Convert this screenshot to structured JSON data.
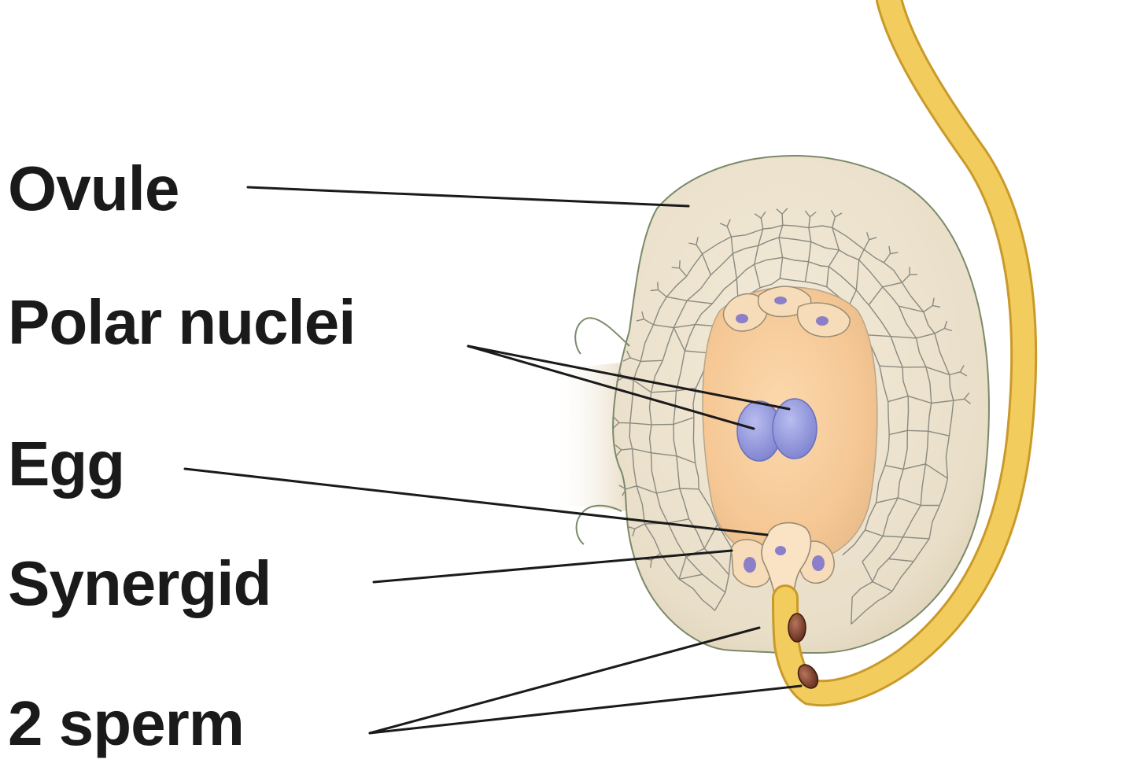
{
  "labels": {
    "ovule": "Ovule",
    "polar_nuclei": "Polar nuclei",
    "egg": "Egg",
    "synergid": "Synergid",
    "sperm": "2 sperm"
  },
  "colors": {
    "ovule_fill": "#eae0cc",
    "ovule_outline": "#7a8a6a",
    "cell_lines": "#8a8a80",
    "embryo_sac": "#f6c99a",
    "polar_nuclei": "#8a8fd6",
    "nucleus": "#8a7fc8",
    "pollen_tube": "#f2cd5e",
    "pollen_tube_edge": "#c99a2a",
    "sperm_fill": "#7a3b2a",
    "leader_lines": "#1a1a1a"
  }
}
